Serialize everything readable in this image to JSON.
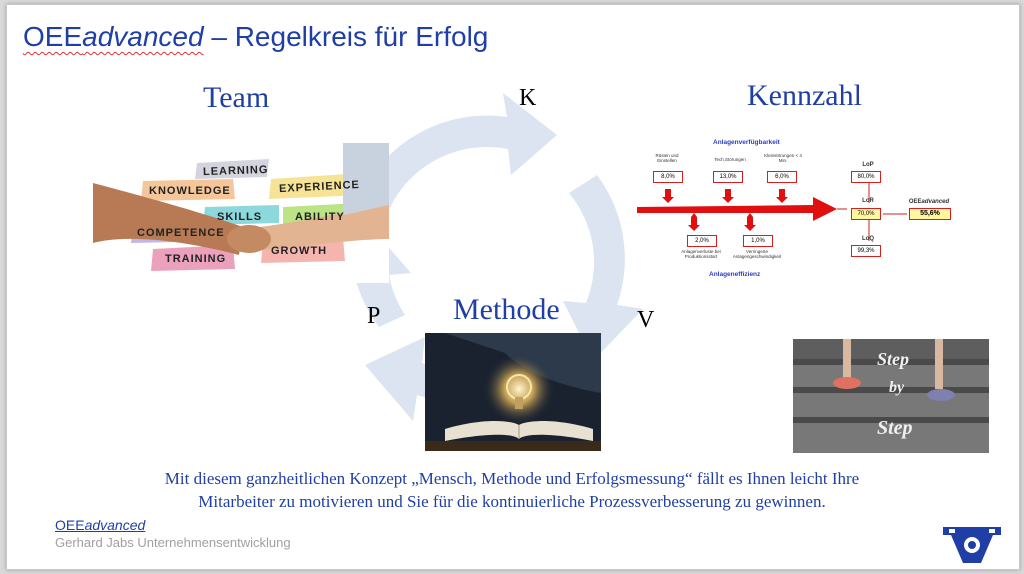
{
  "slide": {
    "title_brand_plain": "OEE",
    "title_brand_italic": "advanced",
    "title_rest": " – Regelkreis für Erfolg"
  },
  "labels": {
    "team": "Team",
    "kennzahl": "Kennzahl",
    "methode": "Methode",
    "k": "K",
    "p": "P",
    "v": "V"
  },
  "team_words": [
    "LEARNING",
    "KNOWLEDGE",
    "EXPERIENCE",
    "SKILLS",
    "ABILITY",
    "COMPETENCE",
    "GROWTH",
    "TRAINING"
  ],
  "step_words": [
    "Step",
    "by",
    "Step"
  ],
  "kpi": {
    "top_title": "Anlagenverfügbarkeit",
    "bottom_title": "Anlageneffizienz",
    "top_labels": [
      "Rüsten und Einstellen",
      "Tech.Störungen",
      "Kleinstörungen < 4 Min."
    ],
    "top_values": [
      "8,0%",
      "13,0%",
      "6,0%"
    ],
    "bottom_labels": [
      "Anlagenverluste bei Produktionsstart",
      "Verringerte Anlagengeschwindigkeit"
    ],
    "bottom_values": [
      "2,0%",
      "1,0%"
    ],
    "lop_label": "LoP",
    "lop_value": "80,0%",
    "lor_label": "LoR",
    "lor_value": "70,0%",
    "loq_label": "LoQ",
    "loq_value": "99,3%",
    "oee_label_plain": "OEE",
    "oee_label_italic": "advanced",
    "oee_value": "55,6%"
  },
  "caption": {
    "line1": "Mit diesem ganzheitlichen Konzept „Mensch, Methode und Erfolgsmessung“ fällt es Ihnen leicht Ihre",
    "line2": "Mitarbeiter zu motivieren und Sie für die kontinuierliche Prozessverbesserung zu gewinnen."
  },
  "footer": {
    "brand_plain": "OEE",
    "brand_italic": "advanced",
    "company": "Gerhard Jabs Unternehmensentwicklung"
  },
  "colors": {
    "title_blue": "#1f3fa6",
    "cycle_blue": "#dbe4f0",
    "arrow_red": "#e01010",
    "box_red": "#d02020",
    "highlight_yellow": "#fff6a0"
  }
}
